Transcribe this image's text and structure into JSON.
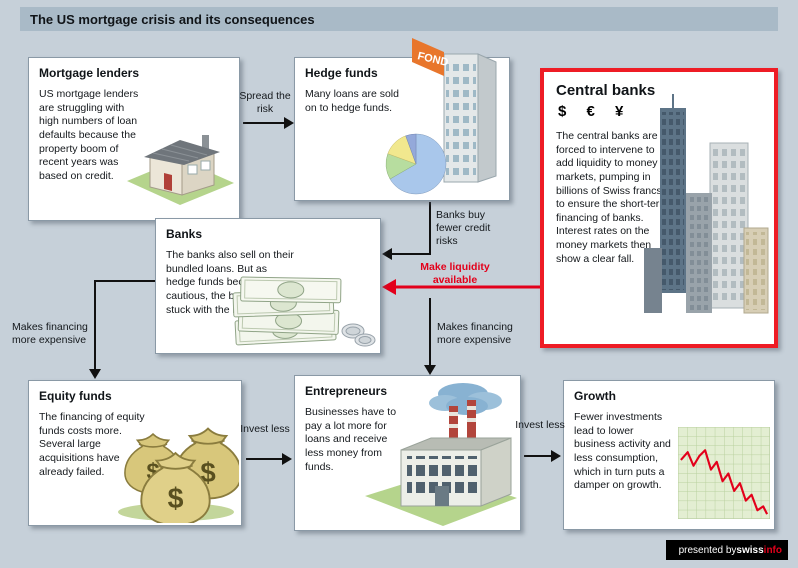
{
  "title_bar": {
    "title": "The US mortgage crisis and its consequences"
  },
  "boxes": {
    "mortgage_lenders": {
      "title": "Mortgage lenders",
      "body": "US mortgage lenders are struggling with high numbers of loan defaults because the property boom of recent years was based on credit."
    },
    "hedge_funds": {
      "title": "Hedge funds",
      "body": "Many loans are sold on to hedge funds.",
      "flag_text": "FOND"
    },
    "central_banks": {
      "title": "Central banks",
      "currencies": "$ € ¥",
      "body": "The central banks are forced to intervene to add liquidity to money markets, pumping in billions of Swiss francs to ensure the short-term financing of banks. Interest rates on the money markets then show a clear fall."
    },
    "banks": {
      "title": "Banks",
      "body": "The banks also sell on their bundled loans. But as hedge funds become more cautious, the banks are stuck with the risks."
    },
    "equity_funds": {
      "title": "Equity funds",
      "body": "The financing of equity funds costs more. Several large acquisitions have already failed.",
      "dollar_sign": "$"
    },
    "entrepreneurs": {
      "title": "Entrepreneurs",
      "body": "Businesses have to pay a lot more for loans and receive less money from funds."
    },
    "growth": {
      "title": "Growth",
      "body": "Fewer investments lead to lower business activity and less consumption, which in turn puts a damper on growth."
    }
  },
  "labels": {
    "spread_risk": "Spread the risk",
    "banks_buy": "Banks buy fewer credit risks",
    "make_liquidity": "Make liquidity available",
    "financing_left": "Makes financing more expensive",
    "financing_right": "Makes financing more expensive",
    "invest_less_1": "Invest less",
    "invest_less_2": "Invest less"
  },
  "footer": {
    "prefix": "presented by ",
    "brand_white": "swiss",
    "brand_red": "info"
  },
  "colors": {
    "background": "#c6d0d9",
    "title_bar": "#a9bac7",
    "accent_red": "#e3001b",
    "central_border": "#ee1c25",
    "arrow_black": "#111111"
  }
}
